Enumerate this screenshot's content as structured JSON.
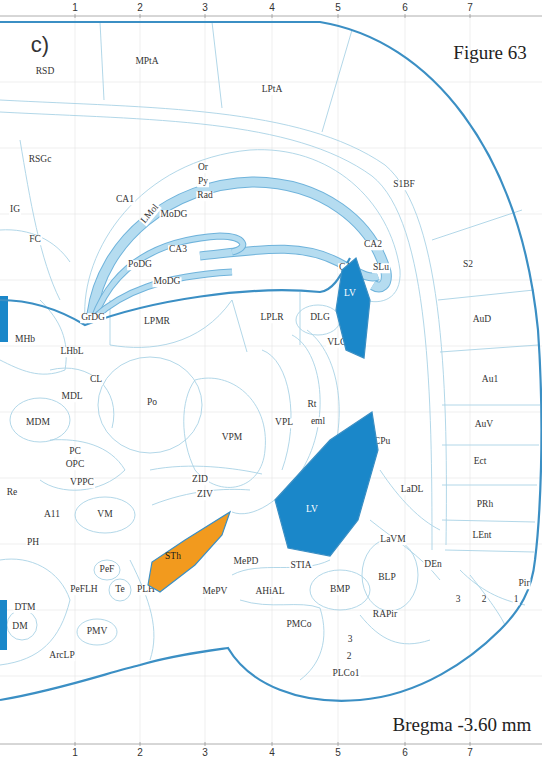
{
  "diagram": {
    "title": "Figure 63",
    "caption": "Bregma -3.60 mm",
    "nodes": [
      {
        "text": [
          "LV"
        ]
      },
      {
        "text": [
          "LV"
        ]
      },
      {
        "text": [
          "STh"
        ]
      }
    ],
    "labels": [
      "c)",
      "1",
      "2",
      "3",
      "4",
      "5",
      "6",
      "7",
      "1",
      "2",
      "3",
      "4",
      "5",
      "6",
      "7",
      "RSD",
      "MPtA",
      "LPtA",
      "S1BF",
      "S2",
      "AuD",
      "Au1",
      "AuV",
      "Ect",
      "PRh",
      "LEnt",
      "Pir",
      "3",
      "2",
      "1",
      "RSGc",
      "IG",
      "FC",
      "Or",
      "Py",
      "Rad",
      "CA1",
      "LMol",
      "MoDG",
      "CA2",
      "CA3",
      "PoDG",
      "MoDG",
      "CA3",
      "SLu",
      "GrDG",
      "MHb",
      "LHbL",
      "LPMR",
      "LPLR",
      "DLG",
      "VLG",
      "CL",
      "MDL",
      "MDM",
      "Po",
      "VPM",
      "VPL",
      "Rt",
      "eml",
      "CPu",
      "PC",
      "OPC",
      "VPPC",
      "Re",
      "VM",
      "ZID",
      "ZIV",
      "A11",
      "LaDL",
      "LaVM",
      "DEn",
      "PH",
      "MePD",
      "STIA",
      "PeF",
      "BLP",
      "PeFLH",
      "Te",
      "PLH",
      "MePV",
      "AHiAL",
      "BMP",
      "DTM",
      "RAPir",
      "PMCo",
      "DM",
      "PMV",
      "3",
      "2",
      "PLCo1",
      "ArcLP"
    ]
  }
}
